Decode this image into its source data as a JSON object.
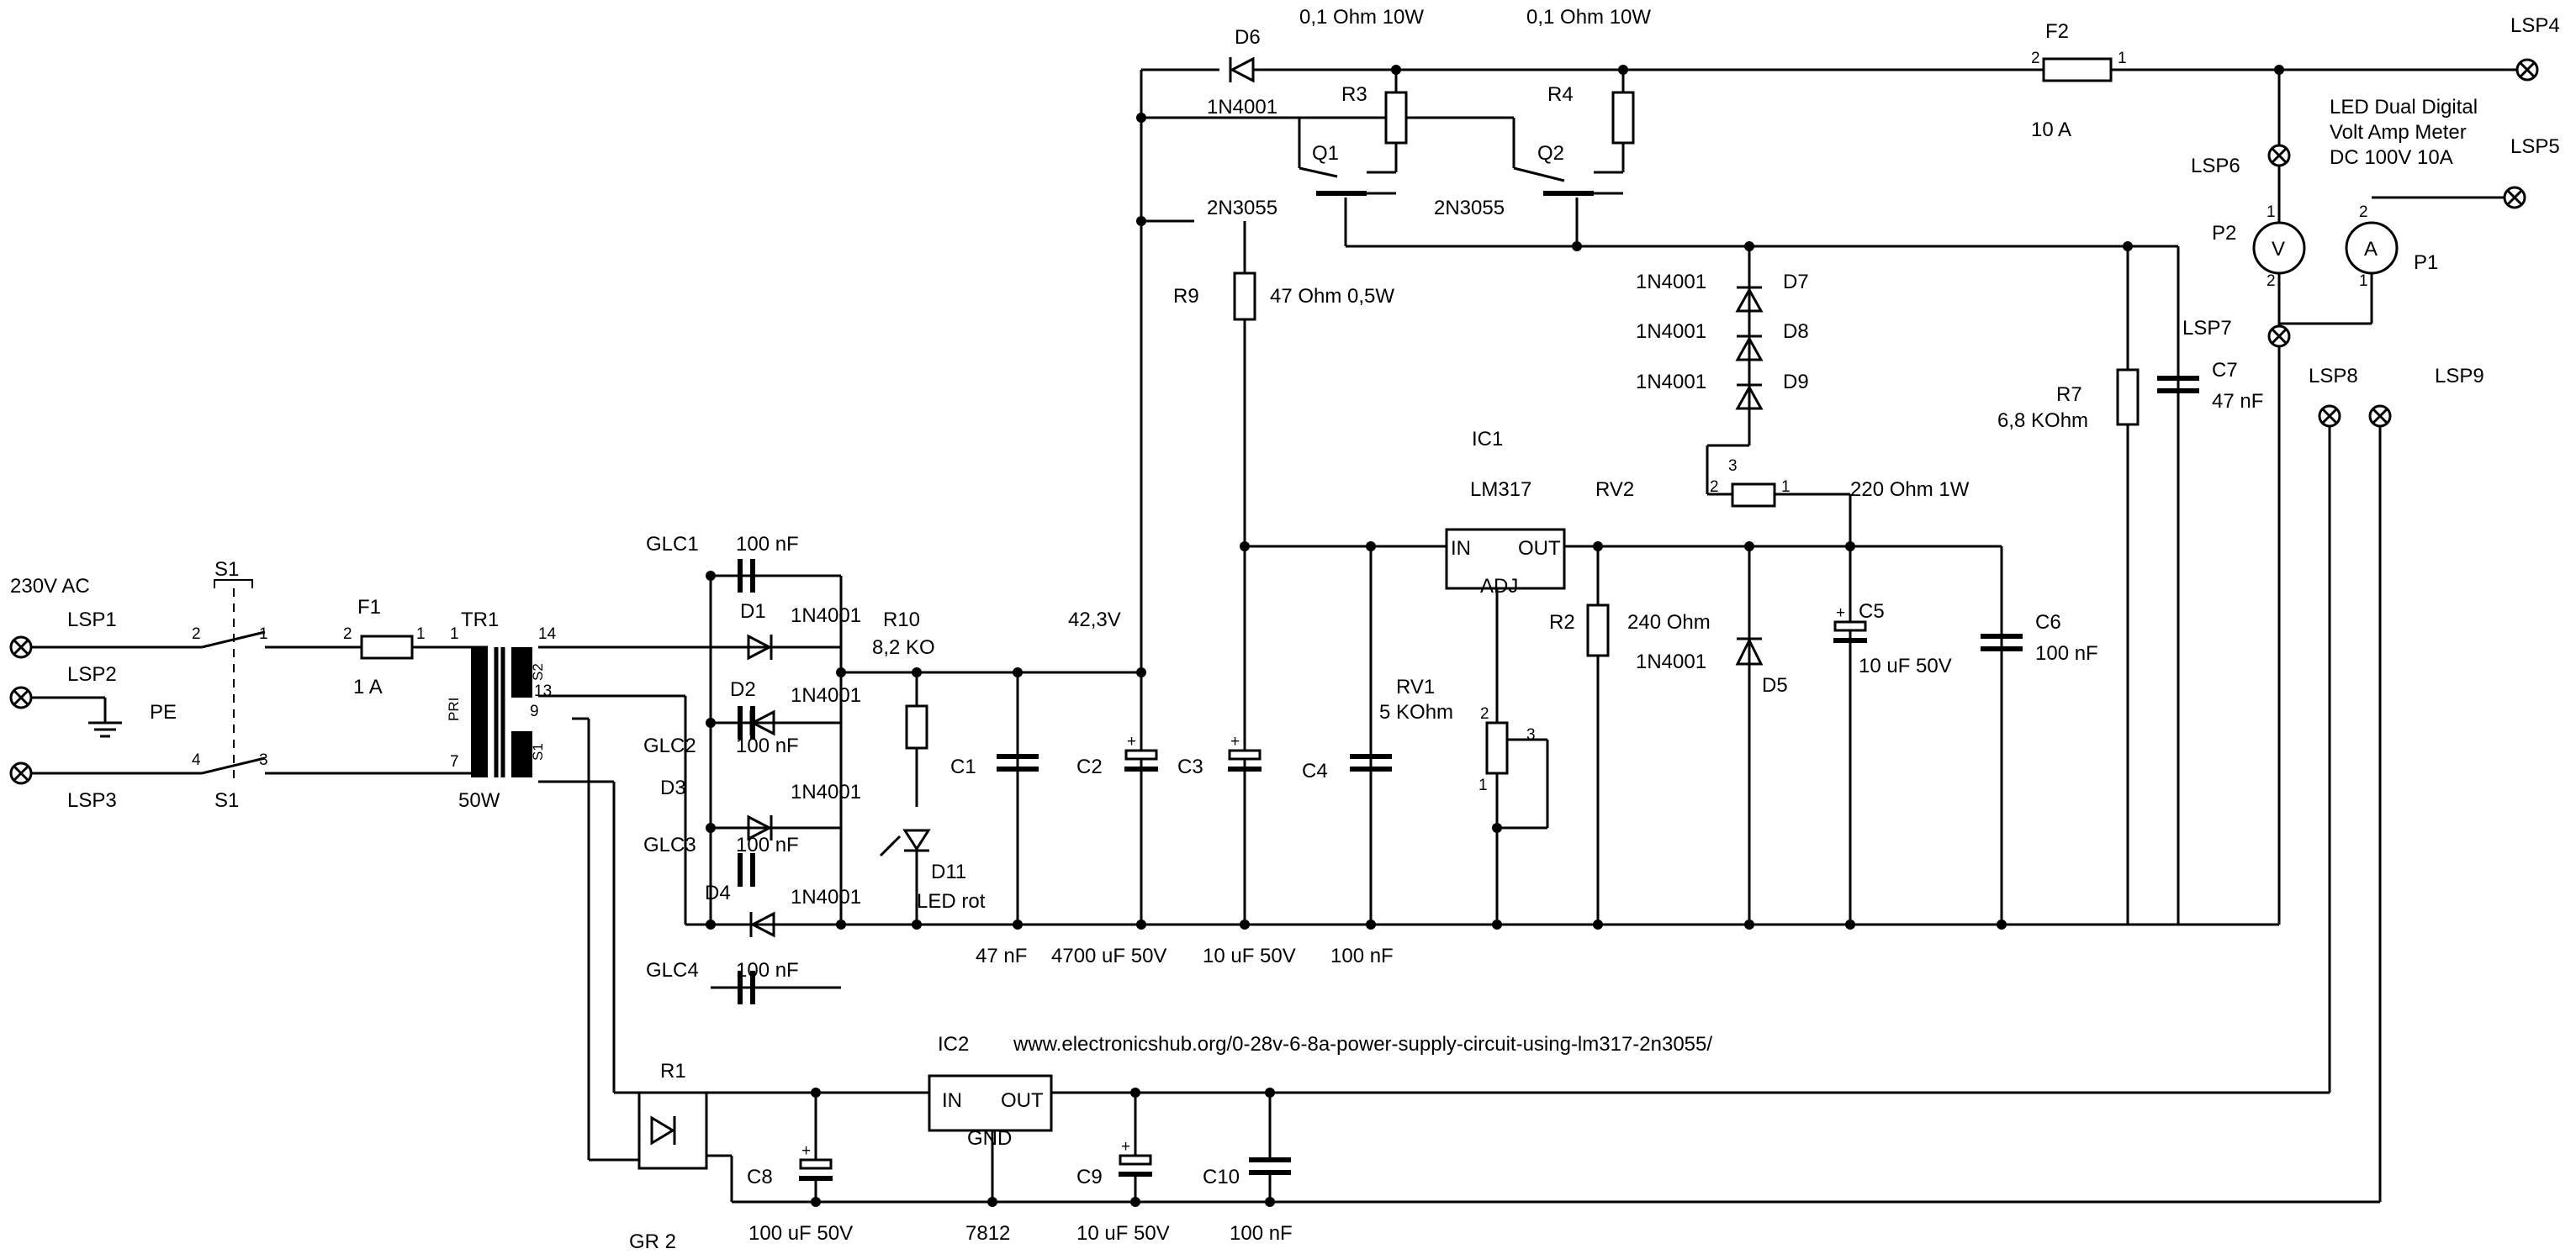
{
  "labels": {
    "d6": "D6",
    "r3_value": "0,1 Ohm 10W",
    "r4_value": "0,1 Ohm 10W",
    "f2": "F2",
    "lsp4": "LSP4",
    "d6_type": "1N4001",
    "r3": "R3",
    "r4": "R4",
    "f2_value": "10 A",
    "meter_line1": "LED Dual Digital",
    "meter_line2": "Volt Amp Meter",
    "meter_line3": "DC 100V 10A",
    "lsp6": "LSP6",
    "lsp5": "LSP5",
    "q1": "Q1",
    "q2": "Q2",
    "q1_type": "2N3055",
    "q2_type": "2N3055",
    "p2": "P2",
    "p1": "P1",
    "p2_symbol": "V",
    "p1_symbol": "A",
    "r9": "R9",
    "r9_value": "47 Ohm 0,5W",
    "d7_type": "1N4001",
    "d7": "D7",
    "d8_type": "1N4001",
    "d8": "D8",
    "d9_type": "1N4001",
    "d9": "D9",
    "lsp7": "LSP7",
    "c7": "C7",
    "c7_value": "47 nF",
    "r7": "R7",
    "r7_value": "6,8 KOhm",
    "lsp8": "LSP8",
    "lsp9": "LSP9",
    "ic1": "IC1",
    "lm317": "LM317",
    "rv2": "RV2",
    "rv2_value": "220 Ohm 1W",
    "ic1_in": "IN",
    "ic1_out": "OUT",
    "ic1_adj": "ADJ",
    "glc1": "GLC1",
    "glc1_value": "100 nF",
    "d1": "D1",
    "d1_type": "1N4001",
    "mains": "230V AC",
    "s1_top": "S1",
    "lsp1": "LSP1",
    "f1": "F1",
    "tr1": "TR1",
    "lsp2": "LSP2",
    "pe": "PE",
    "f1_value": "1 A",
    "r10": "R10",
    "r10_value": "8,2 KO",
    "voltage": "42,3V",
    "r2": "R2",
    "r2_value": "240 Ohm",
    "d5_type": "1N4001",
    "d5": "D5",
    "c5": "C5",
    "c5_value": "10 uF 50V",
    "c6": "C6",
    "c6_value": "100 nF",
    "d2": "D2",
    "d2_type": "1N4001",
    "glc2": "GLC2",
    "glc2_value": "100 nF",
    "rv1": "RV1",
    "rv1_value": "5 KOhm",
    "c1": "C1",
    "c2": "C2",
    "c3": "C3",
    "c4": "C4",
    "lsp3": "LSP3",
    "s1_bottom": "S1",
    "tr1_power": "50W",
    "pri": "PRI",
    "d3": "D3",
    "d3_type": "1N4001",
    "glc3": "GLC3",
    "glc3_value": "100 nF",
    "d4": "D4",
    "d4_type": "1N4001",
    "d11": "D11",
    "d11_value": "LED rot",
    "c1_value": "47 nF",
    "c2_value": "4700 uF 50V",
    "c3_value": "10 uF 50V",
    "c4_value": "100 nF",
    "glc4": "GLC4",
    "glc4_value": "100 nF",
    "ic2": "IC2",
    "url": "www.electronicshub.org/0-28v-6-8a-power-supply-circuit-using-lm317-2n3055/",
    "r1": "R1",
    "ic2_in": "IN",
    "ic2_out": "OUT",
    "ic2_gnd": "GND",
    "c8": "C8",
    "c9": "C9",
    "c10": "C10",
    "gr2": "GR 2",
    "c8_value": "100 uF 50V",
    "ic2_type": "7812",
    "c9_value": "10 uF 50V",
    "c10_value": "100 nF",
    "s2": "S2",
    "s1_winding": "S1"
  },
  "pins": {
    "p1": "1",
    "p2": "2",
    "p3": "3",
    "p4": "4",
    "p7": "7",
    "p9": "9",
    "p13": "13",
    "p14": "14"
  }
}
